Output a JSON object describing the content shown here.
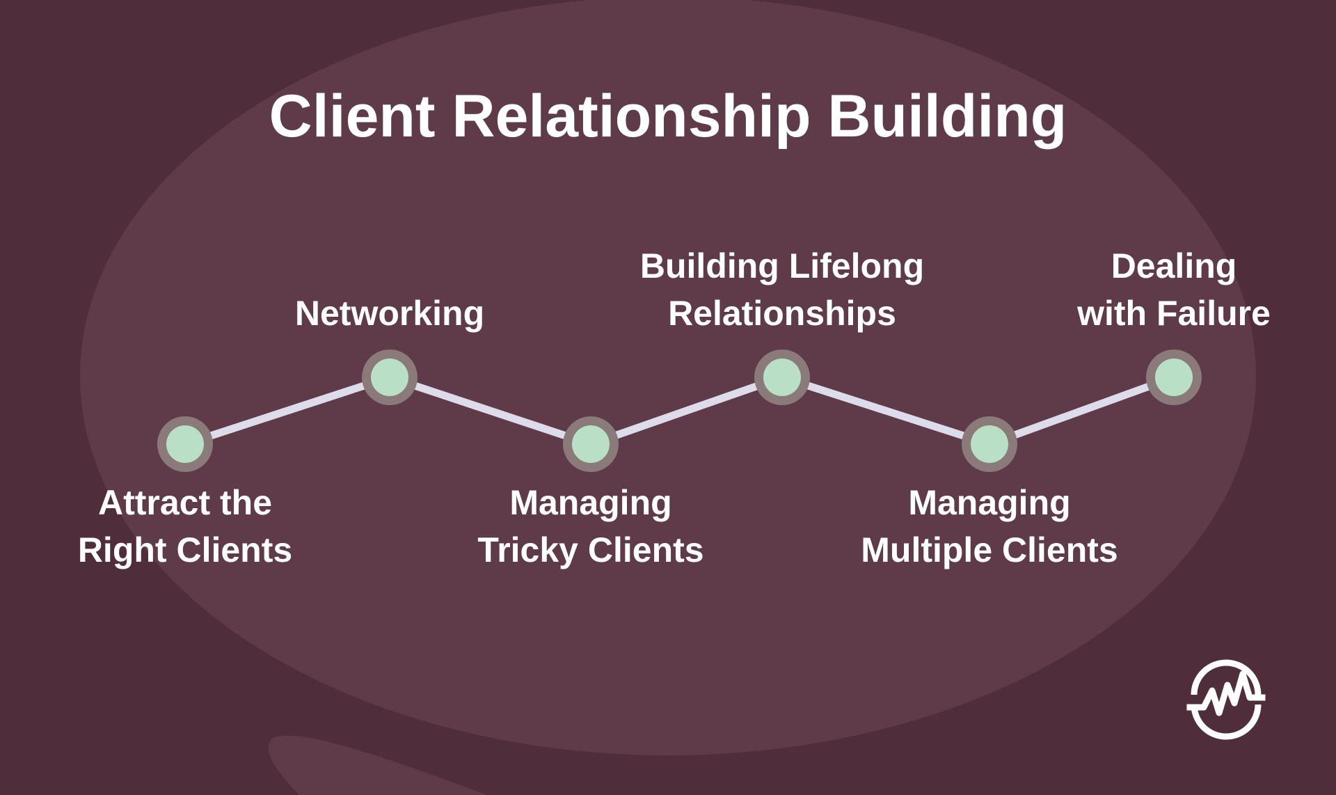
{
  "title": "Client Relationship Building",
  "colors": {
    "background": "#4f2d3b",
    "blob": "#5f3b4a",
    "line": "#dcdcea",
    "node_fill": "#b9dfc6",
    "node_ring": "#8a7a7a",
    "text": "#ffffff"
  },
  "steps": [
    {
      "label": "Attract the\nRight Clients",
      "level": "low"
    },
    {
      "label": "Networking",
      "level": "high"
    },
    {
      "label": "Managing\nTricky Clients",
      "level": "low"
    },
    {
      "label": "Building Lifelong\nRelationships",
      "level": "high"
    },
    {
      "label": "Managing\nMultiple Clients",
      "level": "low"
    },
    {
      "label": "Dealing\nwith Failure",
      "level": "high"
    }
  ],
  "logo": {
    "icon": "wave-circle-logo-icon"
  }
}
